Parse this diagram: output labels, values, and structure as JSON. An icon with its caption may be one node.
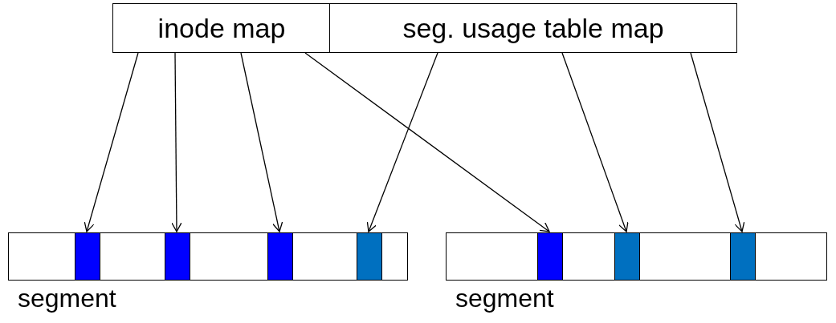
{
  "diagram": {
    "nodes": [
      {
        "text": [
          "inode map"
        ]
      },
      {
        "text": [
          "seg. usage table map"
        ]
      },
      {
        "text": [
          "segment"
        ]
      },
      {
        "text": [],
        "shape": "bar",
        "in": 2
      },
      {
        "text": [],
        "shape": "bar",
        "in": 2
      },
      {
        "text": [],
        "shape": "bar",
        "in": 2
      },
      {
        "text": [],
        "shape": "bar",
        "in": 2
      },
      {
        "text": [
          "segment"
        ]
      },
      {
        "text": [],
        "shape": "bar",
        "in": 7
      },
      {
        "text": [],
        "shape": "bar",
        "in": 7
      },
      {
        "text": [],
        "shape": "bar",
        "in": 7
      }
    ],
    "edges": [
      {
        "from": 0,
        "to": 3,
        "arrow": "to"
      },
      {
        "from": 0,
        "to": 4,
        "arrow": "to"
      },
      {
        "from": 0,
        "to": 5,
        "arrow": "to"
      },
      {
        "from": 0,
        "to": 8,
        "arrow": "to"
      },
      {
        "from": 1,
        "to": 6,
        "arrow": "to"
      },
      {
        "from": 1,
        "to": 9,
        "arrow": "to"
      },
      {
        "from": 1,
        "to": 10,
        "arrow": "to"
      }
    ]
  }
}
